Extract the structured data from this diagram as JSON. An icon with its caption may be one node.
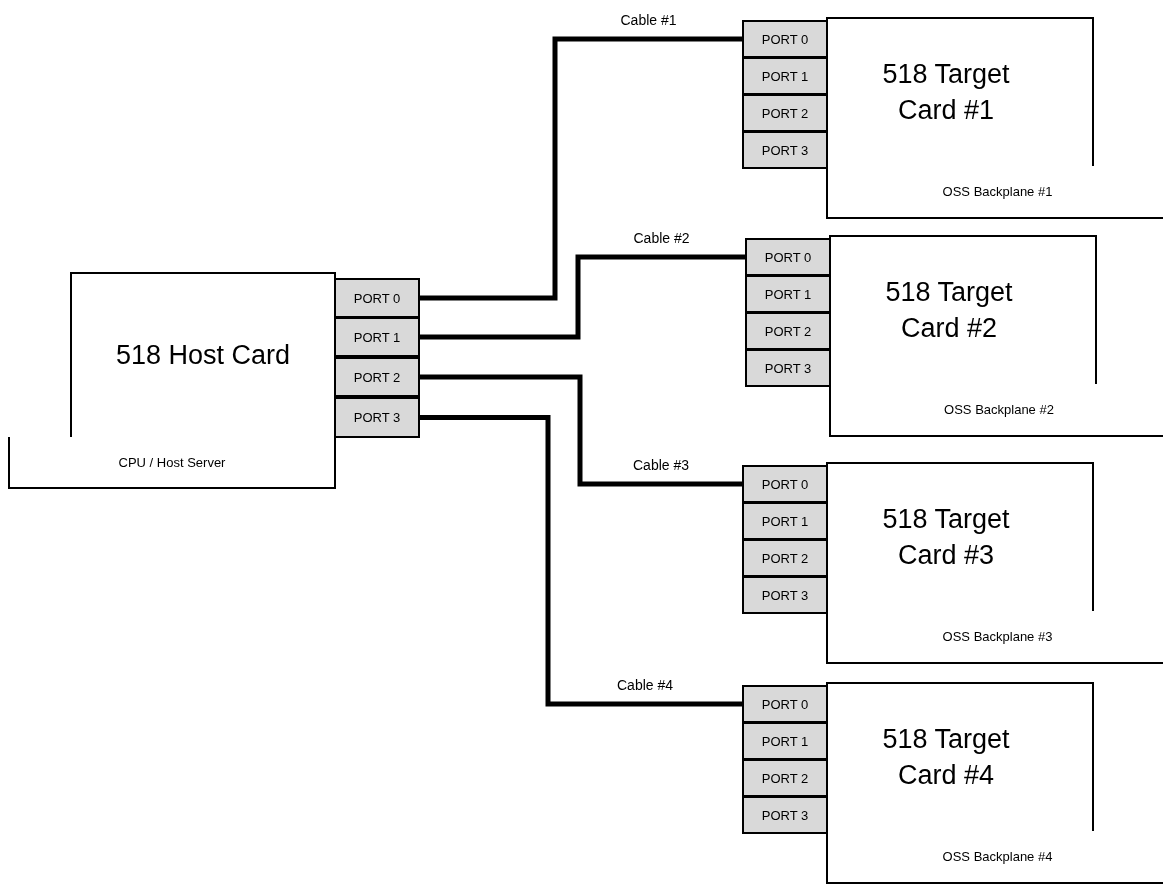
{
  "diagram": {
    "nodes": [
      {
        "text": [
          "518 Host Card"
        ]
      },
      {
        "text": [
          "CPU / Host Server"
        ]
      },
      {
        "text": [
          "PORT 0"
        ]
      },
      {
        "text": [
          "PORT 1"
        ]
      },
      {
        "text": [
          "PORT 2"
        ]
      },
      {
        "text": [
          "PORT 3"
        ]
      },
      {
        "text": [
          "518 Target Card #1"
        ]
      },
      {
        "text": [
          "PORT 0"
        ]
      },
      {
        "text": [
          "PORT 1"
        ]
      },
      {
        "text": [
          "PORT 2"
        ]
      },
      {
        "text": [
          "PORT 3"
        ]
      },
      {
        "text": [
          "OSS Backplane #1"
        ]
      },
      {
        "text": [
          "518 Target Card #2"
        ]
      },
      {
        "text": [
          "PORT 0"
        ]
      },
      {
        "text": [
          "PORT 1"
        ]
      },
      {
        "text": [
          "PORT 2"
        ]
      },
      {
        "text": [
          "PORT 3"
        ]
      },
      {
        "text": [
          "OSS Backplane #2"
        ]
      },
      {
        "text": [
          "518 Target Card #3"
        ]
      },
      {
        "text": [
          "PORT 0"
        ]
      },
      {
        "text": [
          "PORT 1"
        ]
      },
      {
        "text": [
          "PORT 2"
        ]
      },
      {
        "text": [
          "PORT 3"
        ]
      },
      {
        "text": [
          "OSS Backplane #3"
        ]
      },
      {
        "text": [
          "518 Target Card #4"
        ]
      },
      {
        "text": [
          "PORT 0"
        ]
      },
      {
        "text": [
          "PORT 1"
        ]
      },
      {
        "text": [
          "PORT 2"
        ]
      },
      {
        "text": [
          "PORT 3"
        ]
      },
      {
        "text": [
          "OSS Backplane #4"
        ]
      }
    ],
    "edges": [
      {
        "from": 2,
        "to": 7,
        "arrow": "none",
        "label": "Cable #1"
      },
      {
        "from": 3,
        "to": 13,
        "arrow": "none",
        "label": "Cable #2"
      },
      {
        "from": 4,
        "to": 19,
        "arrow": "none",
        "label": "Cable #3"
      },
      {
        "from": 5,
        "to": 25,
        "arrow": "none",
        "label": "Cable #4"
      }
    ]
  }
}
